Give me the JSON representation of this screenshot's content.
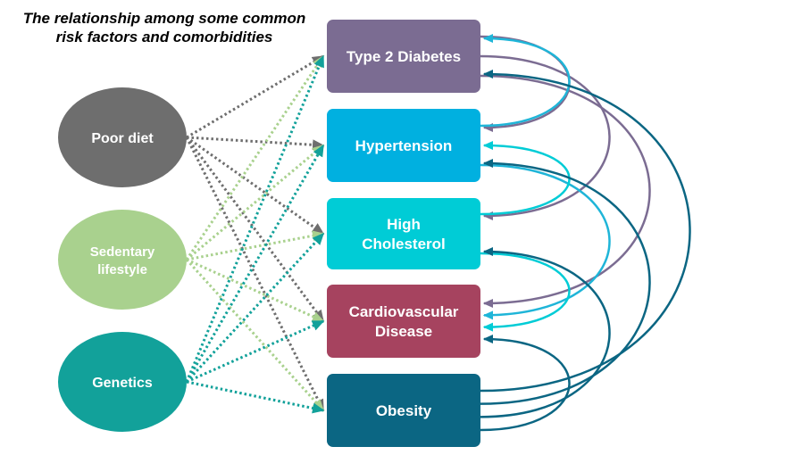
{
  "title": {
    "line1": "The relationship among some common",
    "line2": "risk factors and comorbidities"
  },
  "risk_factors": [
    {
      "id": "poor-diet",
      "lines": [
        "Poor diet"
      ],
      "color": "#6e6e6e",
      "link_color": "#6e6e6e"
    },
    {
      "id": "sedentary-lifestyle",
      "lines": [
        "Sedentary",
        "lifestyle"
      ],
      "color": "#a9d18e",
      "link_color": "#a9d18e"
    },
    {
      "id": "genetics",
      "lines": [
        "Genetics"
      ],
      "color": "#12a19a",
      "link_color": "#12a19a"
    }
  ],
  "conditions": [
    {
      "id": "type-2-diabetes",
      "lines": [
        "Type 2 Diabetes"
      ],
      "color": "#7b6c92",
      "link_color": "#7b6c92"
    },
    {
      "id": "hypertension",
      "lines": [
        "Hypertension"
      ],
      "color": "#00b0e0",
      "link_color": "#1fb5d8"
    },
    {
      "id": "high-cholesterol",
      "lines": [
        "High",
        "Cholesterol"
      ],
      "color": "#00ccd6",
      "link_color": "#00ccd6"
    },
    {
      "id": "cardiovascular-disease",
      "lines": [
        "Cardiovascular",
        "Disease"
      ],
      "color": "#a6435f",
      "link_color": "#a6435f"
    },
    {
      "id": "obesity",
      "lines": [
        "Obesity"
      ],
      "color": "#0b6683",
      "link_color": "#0b6683"
    }
  ],
  "risk_links": [
    {
      "from": "poor-diet",
      "to": "type-2-diabetes"
    },
    {
      "from": "poor-diet",
      "to": "hypertension"
    },
    {
      "from": "poor-diet",
      "to": "high-cholesterol"
    },
    {
      "from": "poor-diet",
      "to": "cardiovascular-disease"
    },
    {
      "from": "poor-diet",
      "to": "obesity"
    },
    {
      "from": "sedentary-lifestyle",
      "to": "type-2-diabetes"
    },
    {
      "from": "sedentary-lifestyle",
      "to": "hypertension"
    },
    {
      "from": "sedentary-lifestyle",
      "to": "high-cholesterol"
    },
    {
      "from": "sedentary-lifestyle",
      "to": "cardiovascular-disease"
    },
    {
      "from": "sedentary-lifestyle",
      "to": "obesity"
    },
    {
      "from": "genetics",
      "to": "type-2-diabetes"
    },
    {
      "from": "genetics",
      "to": "hypertension"
    },
    {
      "from": "genetics",
      "to": "high-cholesterol"
    },
    {
      "from": "genetics",
      "to": "cardiovascular-disease"
    },
    {
      "from": "genetics",
      "to": "obesity"
    }
  ],
  "comorbidity_links": [
    {
      "from": "type-2-diabetes",
      "to": "hypertension"
    },
    {
      "from": "type-2-diabetes",
      "to": "high-cholesterol"
    },
    {
      "from": "type-2-diabetes",
      "to": "cardiovascular-disease"
    },
    {
      "from": "hypertension",
      "to": "type-2-diabetes"
    },
    {
      "from": "hypertension",
      "to": "cardiovascular-disease"
    },
    {
      "from": "high-cholesterol",
      "to": "hypertension"
    },
    {
      "from": "high-cholesterol",
      "to": "cardiovascular-disease"
    },
    {
      "from": "obesity",
      "to": "type-2-diabetes"
    },
    {
      "from": "obesity",
      "to": "hypertension"
    },
    {
      "from": "obesity",
      "to": "high-cholesterol"
    },
    {
      "from": "obesity",
      "to": "cardiovascular-disease"
    }
  ]
}
